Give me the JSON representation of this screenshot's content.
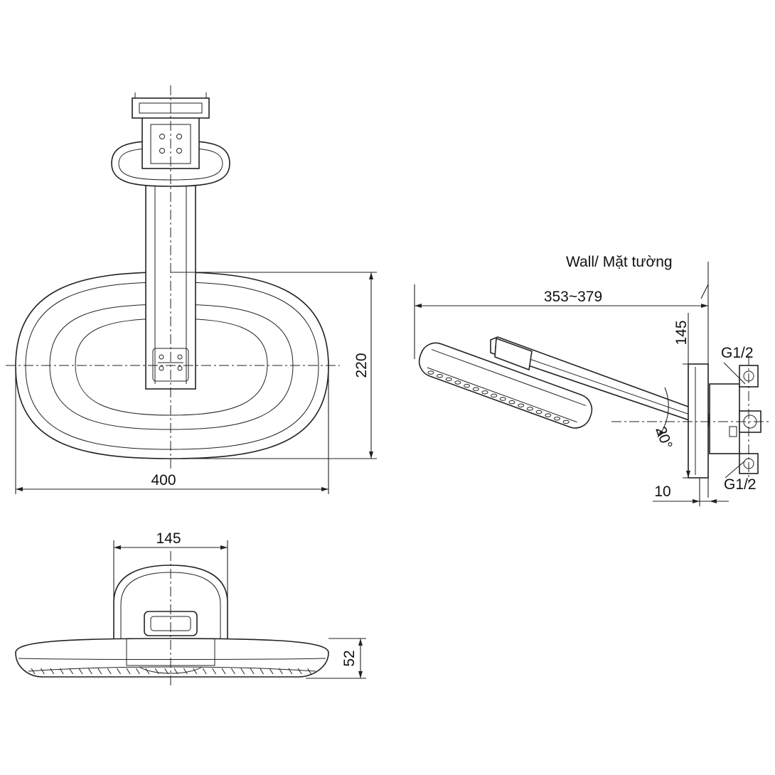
{
  "drawing": {
    "front_view": {
      "width_label": "400",
      "height_label": "220"
    },
    "bottom_view": {
      "arm_width_label": "145",
      "thickness_label": "52"
    },
    "side_view": {
      "wall_label": "Wall/ Mặt tường",
      "length_label": "353~379",
      "height_label": "145",
      "angle_label": "20°",
      "inlet_top_label": "G1/2",
      "inlet_bottom_label": "G1/2",
      "plate_label": "10"
    }
  }
}
